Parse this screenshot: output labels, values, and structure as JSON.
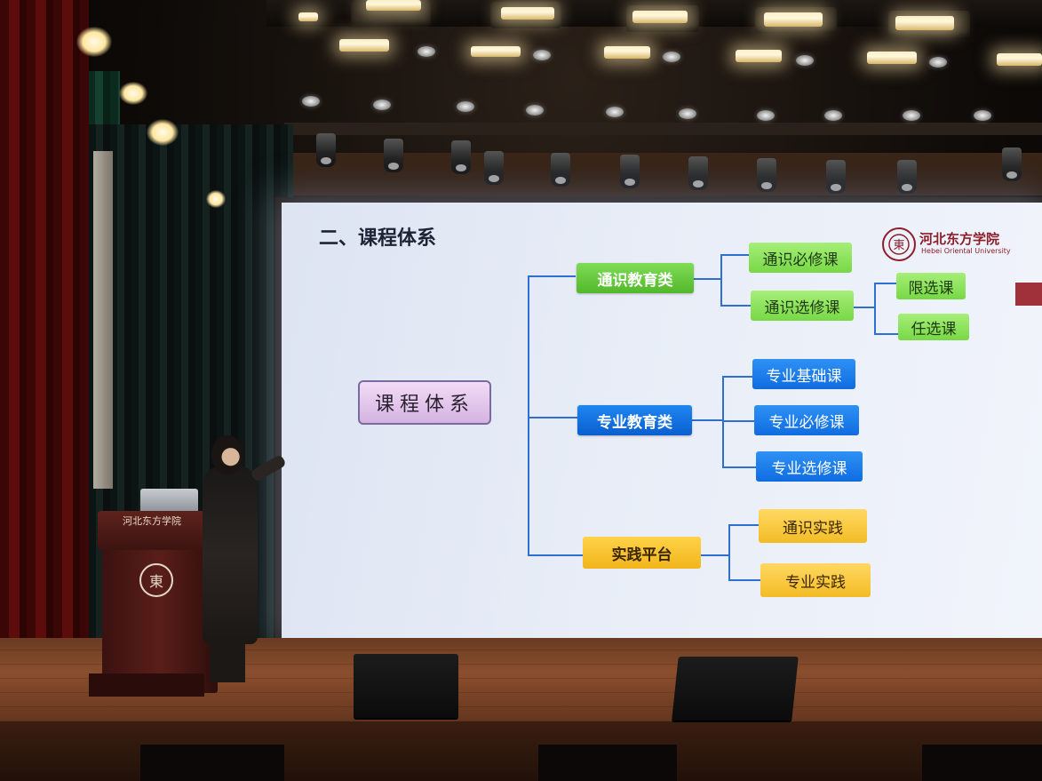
{
  "slide": {
    "title": "二、课程体系",
    "logo_text": "河北东方学院",
    "logo_subtitle": "Hebei Oriental University",
    "logo_emblem": "東"
  },
  "diagram": {
    "root": "课程体系",
    "branches": [
      {
        "label": "通识教育类",
        "color": "#5cc232",
        "children": [
          {
            "label": "通识必修课"
          },
          {
            "label": "通识选修课",
            "children": [
              {
                "label": "限选课"
              },
              {
                "label": "任选课"
              }
            ]
          }
        ]
      },
      {
        "label": "专业教育类",
        "color": "#0d6fe0",
        "children": [
          {
            "label": "专业基础课"
          },
          {
            "label": "专业必修课"
          },
          {
            "label": "专业选修课"
          }
        ]
      },
      {
        "label": "实践平台",
        "color": "#f3bc25",
        "children": [
          {
            "label": "通识实践"
          },
          {
            "label": "专业实践"
          }
        ]
      }
    ],
    "connector_color": "#2f6fd0"
  },
  "lectern": {
    "text": "河北东方学院",
    "emblem": "東"
  },
  "colors": {
    "curtain_red": "#5c0c0b",
    "curtain_green": "#16402f",
    "stage_floor": "#8a4e2d",
    "lectern": "#5a1e18"
  }
}
